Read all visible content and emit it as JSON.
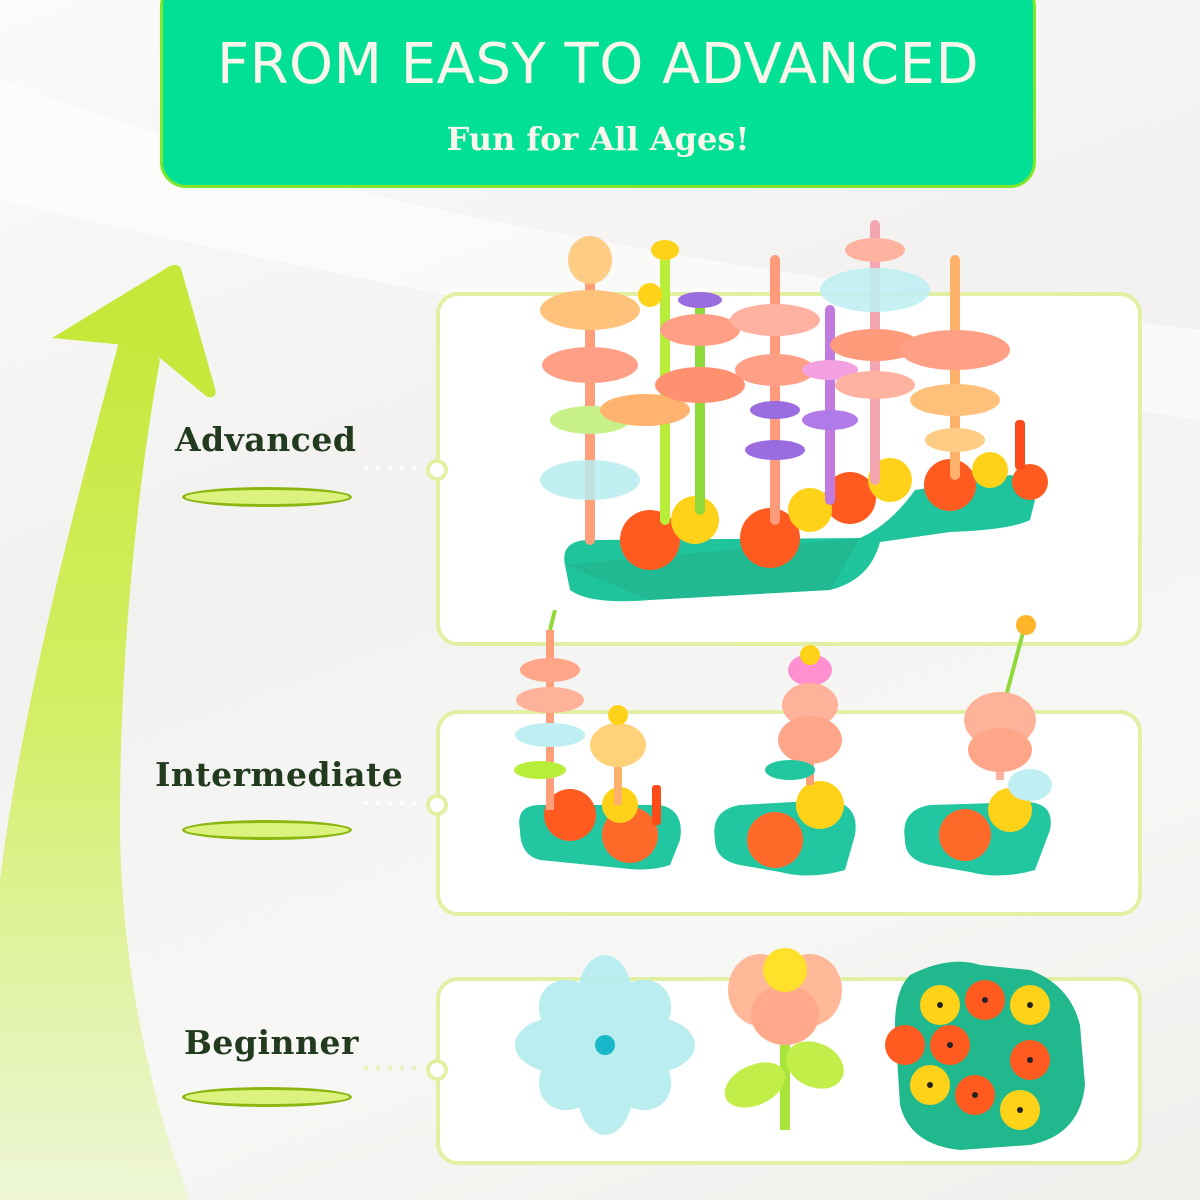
{
  "banner": {
    "title": "FROM EASY TO ADVANCED",
    "subtitle": "Fun for All Ages!",
    "fill_color": "#02e095",
    "border_color": "#7fe62b",
    "text_color": "#fbf6ec"
  },
  "progress_arrow": {
    "icon": "up-arrow-swoosh",
    "color": "#c9ea3a"
  },
  "levels": [
    {
      "id": "advanced",
      "label": "Advanced",
      "image": "full-flower-garden-set"
    },
    {
      "id": "intermediate",
      "label": "Intermediate",
      "image": "three-small-flower-builds"
    },
    {
      "id": "beginner",
      "label": "Beginner",
      "image": "single-pieces-flower-stem-gearboard"
    }
  ],
  "colors": {
    "label_text": "#223a1e",
    "pill_fill": "#dcf27e",
    "pill_border": "#8ab60f",
    "panel_border": "#e1f0a2"
  }
}
